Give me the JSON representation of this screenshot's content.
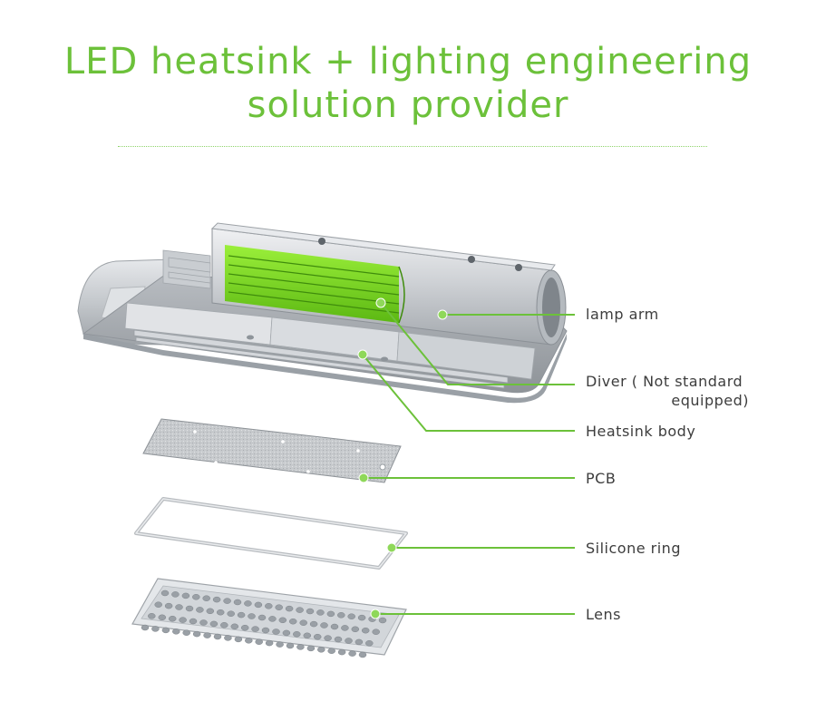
{
  "header": {
    "title_line1": "LED heatsink + lighting engineering",
    "title_line2": "solution provider"
  },
  "callouts": {
    "lamp_arm": "lamp arm",
    "driver_line1": "Diver ( Not standard",
    "driver_line2": "equipped)",
    "heatsink_body": "Heatsink body",
    "pcb": "PCB",
    "silicone_ring": "Silicone ring",
    "lens": "Lens"
  },
  "colors": {
    "accent_green": "#6cc13a",
    "driver_green": "#7fdb1e",
    "aluminum": "#c9ccd0",
    "label_text": "#3d3d3d"
  }
}
